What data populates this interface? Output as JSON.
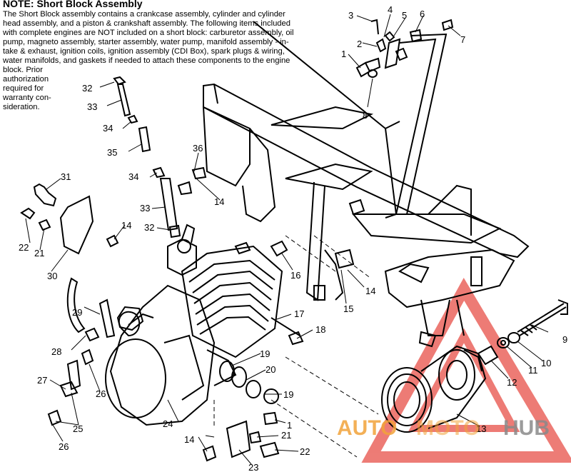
{
  "note": {
    "title": "NOTE:  Short Block Assembly",
    "lines": [
      "The Short Block assembly contains a crankcase assembly, cylinder and cylinder",
      "head assembly, and a piston & crankshaft assembly.  The following items included",
      "with complete engines are NOT included on a short block:  carburetor assembly, oil",
      "pump, magneto assembly, starter assembly, water pump, manifold assembly - in-",
      "take & exhaust, ignition coils, ignition assembly (CDI Box), spark plugs & wiring,",
      "water manifolds, and gaskets if needed to attach these components to the engine",
      "block.  Prior"
    ],
    "narrow_lines": [
      "authorization",
      "required for",
      "warranty con-",
      "sideration."
    ]
  },
  "callouts": [
    "1",
    "2",
    "3",
    "4",
    "5",
    "6",
    "7",
    "8",
    "9",
    "10",
    "11",
    "12",
    "13",
    "14",
    "15",
    "16",
    "17",
    "18",
    "19",
    "20",
    "21",
    "22",
    "23",
    "24",
    "25",
    "26",
    "27",
    "28",
    "29",
    "30",
    "31",
    "32",
    "33",
    "34",
    "35",
    "36"
  ],
  "watermark": {
    "part1": "AUTO",
    "part2": "MOTO",
    "part3": "HUB",
    "color_red": "#e8574f",
    "color_orange": "#f2a33a",
    "color_gray": "#8a8a8a"
  }
}
